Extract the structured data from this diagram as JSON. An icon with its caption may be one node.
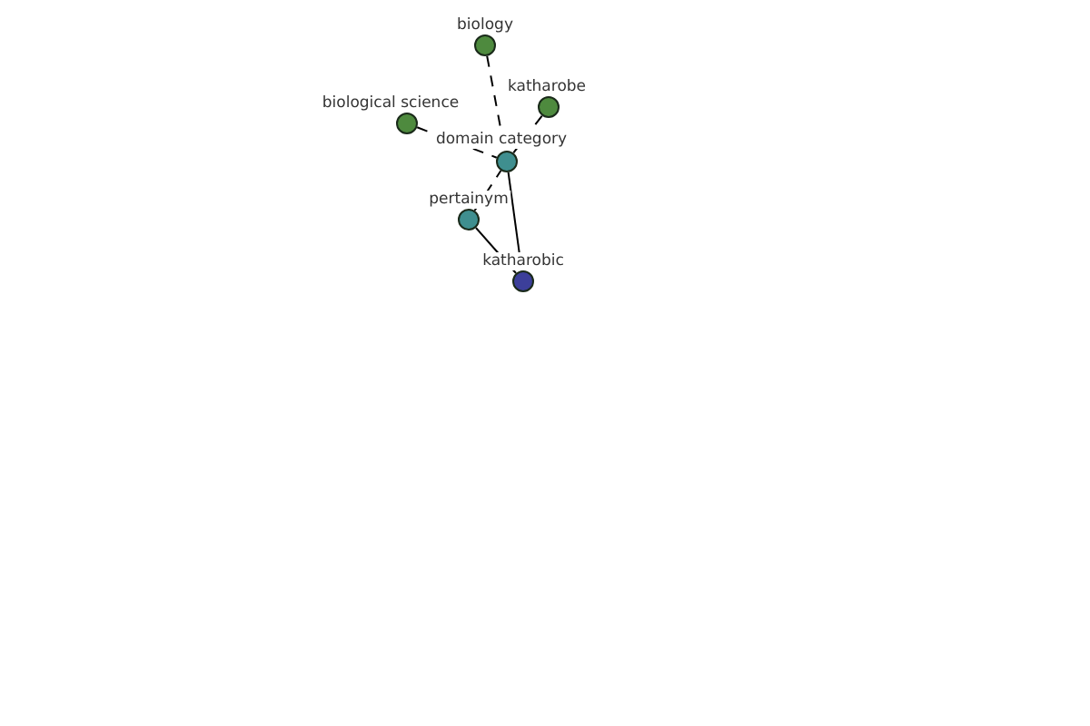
{
  "diagram": {
    "nodes": [
      {
        "text": [
          "biology"
        ]
      },
      {
        "text": [
          "katharobe"
        ]
      },
      {
        "text": [
          "biological science"
        ]
      },
      {
        "text": [
          "domain category"
        ]
      },
      {
        "text": [
          "pertainym"
        ]
      },
      {
        "text": [
          "katharobic"
        ]
      }
    ],
    "edges": [
      {
        "from": 0,
        "to": 3,
        "arrow": "none",
        "style": "dashed"
      },
      {
        "from": 2,
        "to": 3,
        "arrow": "none",
        "style": "dashed"
      },
      {
        "from": 1,
        "to": 3,
        "arrow": "none",
        "style": "dashed"
      },
      {
        "from": 4,
        "to": 3,
        "arrow": "none",
        "style": "dashed"
      },
      {
        "from": 3,
        "to": 5,
        "arrow": "none"
      },
      {
        "from": 4,
        "to": 5,
        "arrow": "none"
      }
    ]
  }
}
